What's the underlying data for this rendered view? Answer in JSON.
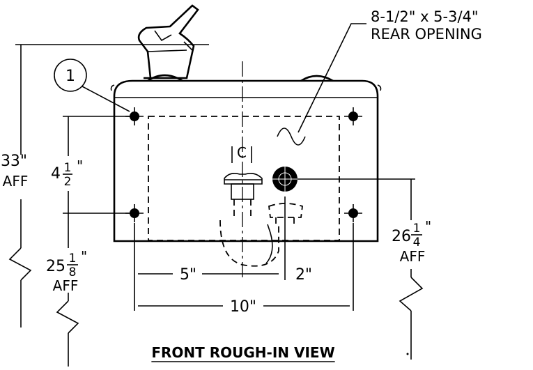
{
  "title": "FRONT ROUGH-IN VIEW",
  "callout": {
    "number": "1"
  },
  "opening_note": {
    "line1": "8-1/2\" x 5-3/4\"",
    "line2": "REAR OPENING"
  },
  "dimensions": {
    "overall_height": {
      "value": "33\"",
      "ref": "AFF"
    },
    "hole_spacing_vertical": {
      "whole": "4",
      "num": "1",
      "den": "2",
      "unit": "\""
    },
    "lower_holes_height": {
      "whole": "25",
      "num": "1",
      "den": "8",
      "unit": "\"",
      "ref": "AFF"
    },
    "drain_height": {
      "whole": "26",
      "num": "1",
      "den": "4",
      "unit": "\"",
      "ref": "AFF"
    },
    "center_to_supply": "5\"",
    "supply_to_drain": "2\"",
    "hole_spacing_horizontal": "10\""
  },
  "centerline_symbol": "C"
}
